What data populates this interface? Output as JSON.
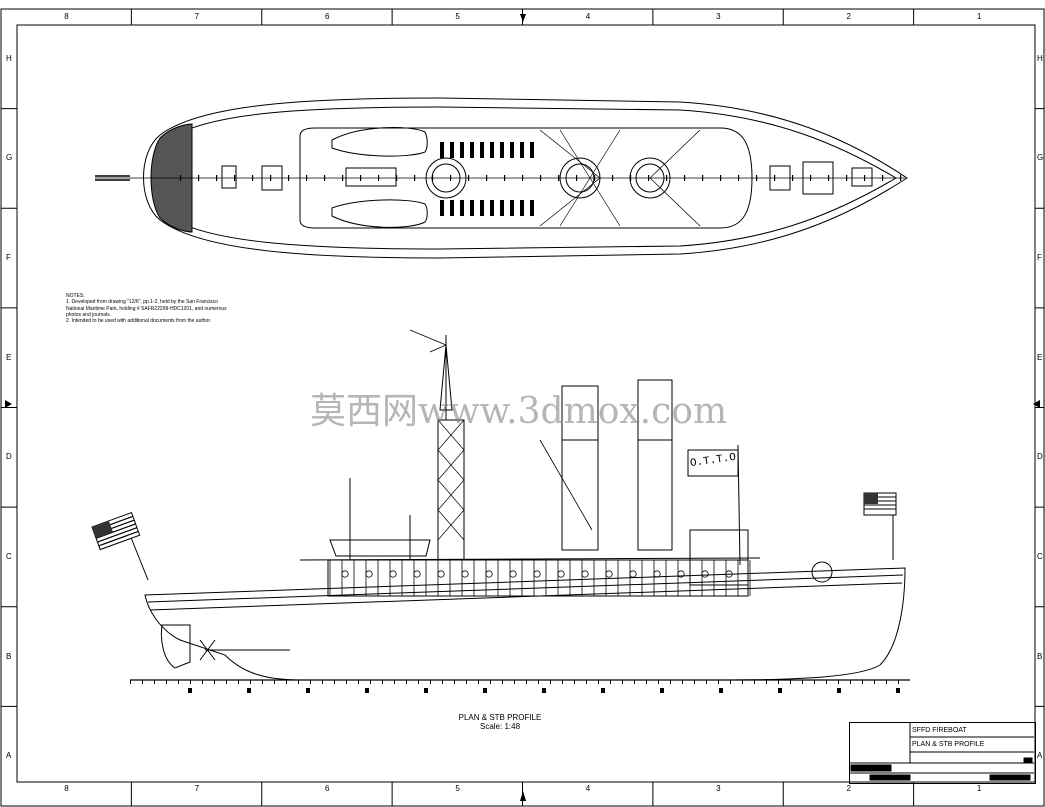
{
  "border": {
    "columns": [
      "8",
      "7",
      "6",
      "5",
      "4",
      "3",
      "2",
      "1"
    ],
    "rows": [
      "H",
      "G",
      "F",
      "E",
      "D",
      "C",
      "B",
      "A"
    ]
  },
  "notes": {
    "heading": "NOTES:",
    "lines": [
      "1. Developed from drawing \"12/6\", pp.1-2, held by the San Francisco",
      "National Maritime Park, holding # SAFR22299-HDC1201, and numerous",
      "photos and journals.",
      "2. Intended to be used with additional documents from the author."
    ]
  },
  "caption": {
    "title": "PLAN & STB PROFILE",
    "scale": "Scale: 1:48"
  },
  "title_block": {
    "project": "SFFD FIREBOAT",
    "sheet": "PLAN & STB PROFILE"
  },
  "hull_name": "O.T.T.O",
  "watermark": "莫西网www.3dmox.com"
}
